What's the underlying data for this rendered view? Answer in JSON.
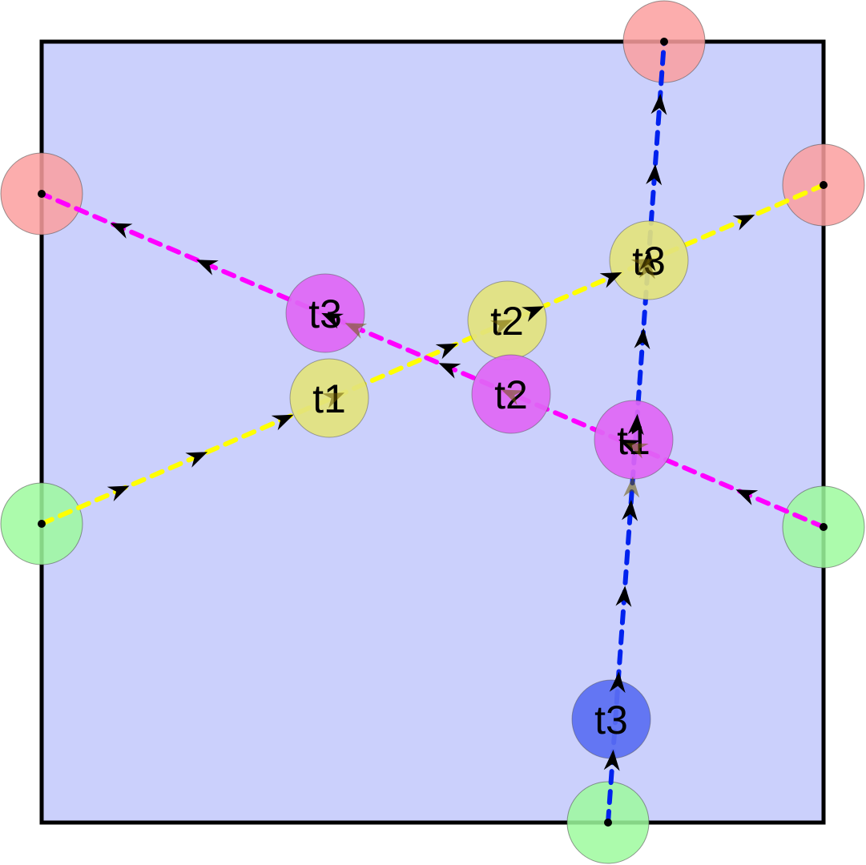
{
  "colors": {
    "room_fill": "#cbd0fc",
    "room_stroke": "#000000",
    "start_fill": "#9efa9e",
    "goal_fill": "#fb9f9f",
    "arrow_fill": "#000000"
  },
  "agents": [
    {
      "id": "yellow",
      "path_color": "#ffff00",
      "marker_fill": "#e3e37d",
      "markers": [
        {
          "label": "t1"
        },
        {
          "label": "t2"
        },
        {
          "label": "t3"
        }
      ]
    },
    {
      "id": "magenta",
      "path_color": "#ff00ff",
      "marker_fill": "#e066f5",
      "markers": [
        {
          "label": "t1"
        },
        {
          "label": "t2"
        },
        {
          "label": "t3"
        }
      ]
    },
    {
      "id": "blue",
      "path_color": "#0022ee",
      "marker_fill": "#5a6ef2",
      "markers": [
        {
          "label": "t3"
        }
      ]
    }
  ]
}
